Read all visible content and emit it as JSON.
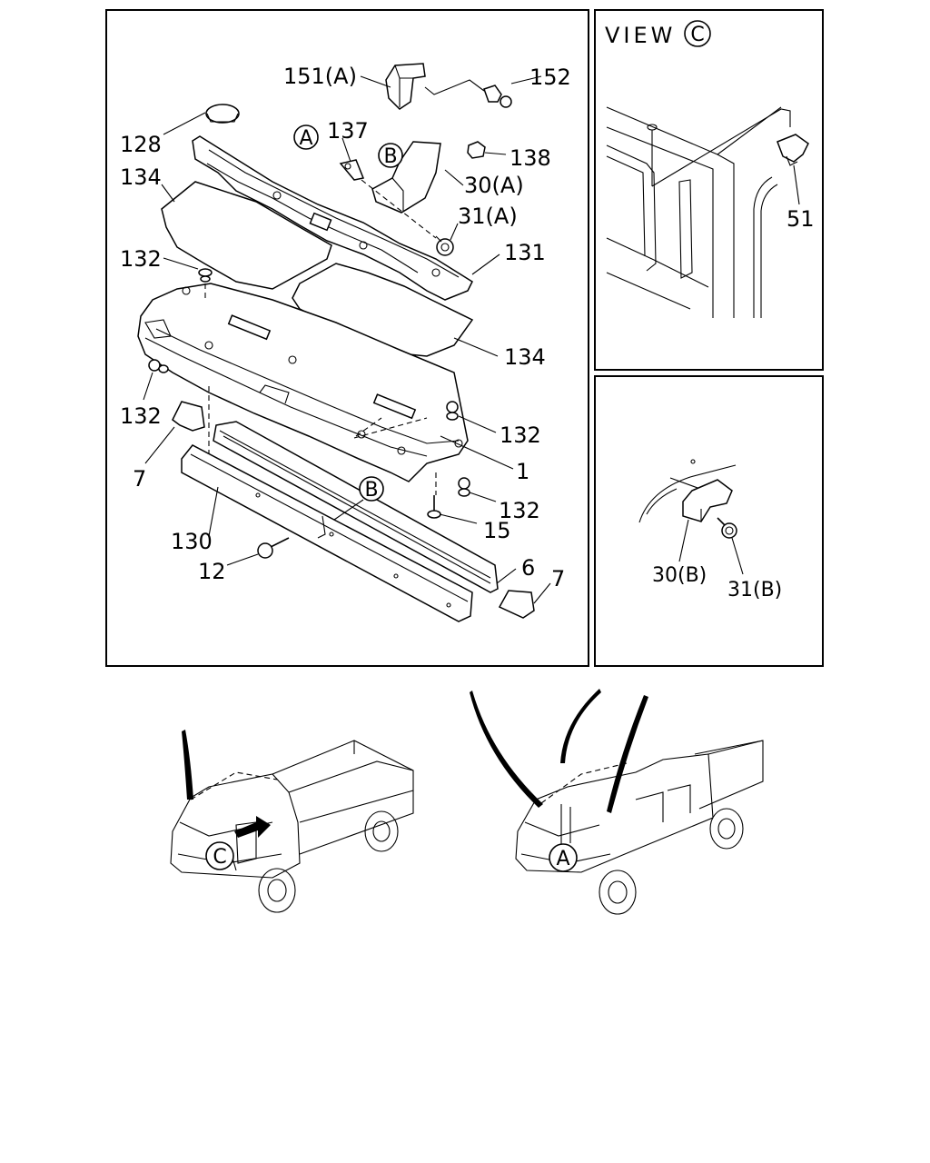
{
  "view_title": "VIEW",
  "markers": {
    "A": "A",
    "B": "B",
    "C": "C"
  },
  "labels": {
    "p151a": "151(A)",
    "p152": "152",
    "p128": "128",
    "p137": "137",
    "p138": "138",
    "p134_top": "134",
    "p30a": "30(A)",
    "p31a": "31(A)",
    "p132_a": "132",
    "p131": "131",
    "p134_right": "134",
    "p132_b": "132",
    "p132_c": "132",
    "p1": "1",
    "p7_left": "7",
    "p132_d": "132",
    "p15": "15",
    "p130": "130",
    "p6": "6",
    "p7_right": "7",
    "p12": "12",
    "p51": "51",
    "p30b": "30(B)",
    "p31b": "31(B)"
  }
}
